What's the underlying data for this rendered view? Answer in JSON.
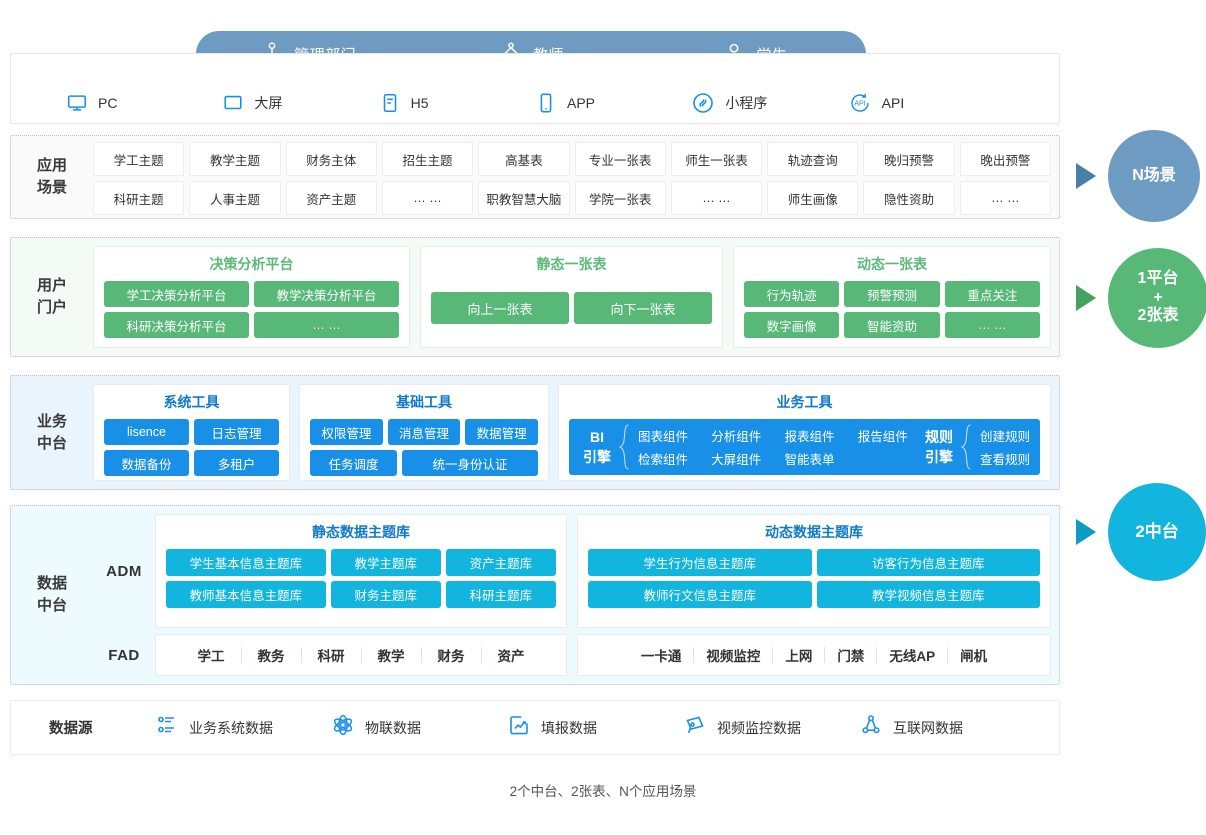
{
  "users_bar": {
    "items": [
      {
        "label": "管理部门",
        "icon": "org-chart-icon"
      },
      {
        "label": "教师",
        "icon": "teacher-icon"
      },
      {
        "label": "学生",
        "icon": "student-icon"
      }
    ],
    "color": "#6e9bc2"
  },
  "channels": {
    "items": [
      {
        "label": "PC",
        "icon": "desktop-icon"
      },
      {
        "label": "大屏",
        "icon": "large-screen-icon"
      },
      {
        "label": "H5",
        "icon": "h5-icon"
      },
      {
        "label": "APP",
        "icon": "mobile-app-icon"
      },
      {
        "label": "小程序",
        "icon": "mini-program-icon"
      },
      {
        "label": "API",
        "icon": "api-icon"
      }
    ],
    "color": "#1890e8"
  },
  "scenarios": {
    "label_line1": "应用",
    "label_line2": "场景",
    "cells": [
      "学工主题",
      "教学主题",
      "财务主体",
      "招生主题",
      "高基表",
      "专业一张表",
      "师生一张表",
      "轨迹查询",
      "晚归预警",
      "晚出预警",
      "科研主题",
      "人事主题",
      "资产主题",
      "… …",
      "职教智慧大脑",
      "学院一张表",
      "… …",
      "师生画像",
      "隐性资助",
      "… …"
    ]
  },
  "portal": {
    "label_line1": "用户",
    "label_line2": "门户",
    "accent": "#57b878",
    "panels": [
      {
        "title": "决策分析平台",
        "chips": [
          "学工决策分析平台",
          "教学决策分析平台",
          "科研决策分析平台",
          "… …"
        ]
      },
      {
        "title": "静态一张表",
        "chips": [
          "向上一张表",
          "向下一张表"
        ]
      },
      {
        "title": "动态一张表",
        "chips": [
          "行为轨迹",
          "预警预测",
          "重点关注",
          "数字画像",
          "智能资助",
          "… …"
        ]
      }
    ]
  },
  "business": {
    "label_line1": "业务",
    "label_line2": "中台",
    "accent": "#1890e8",
    "system_tools": {
      "title": "系统工具",
      "chips": [
        "lisence",
        "日志管理",
        "数据备份",
        "多租户"
      ]
    },
    "base_tools": {
      "title": "基础工具",
      "row1": [
        "权限管理",
        "消息管理",
        "数据管理"
      ],
      "row2": [
        "任务调度",
        "统一身份认证"
      ]
    },
    "biz_tools": {
      "title": "业务工具",
      "bi_engine": {
        "name_line1": "BI",
        "name_line2": "引擎",
        "components": [
          "图表组件",
          "分析组件",
          "报表组件",
          "报告组件",
          "检索组件",
          "大屏组件",
          "智能表单",
          ""
        ]
      },
      "rule_engine": {
        "name_line1": "规则",
        "name_line2": "引擎",
        "components": [
          "创建规则",
          "查看规则"
        ]
      }
    }
  },
  "data_platform": {
    "label_line1": "数据",
    "label_line2": "中台",
    "accent": "#12b5de",
    "adm_tag": "ADM",
    "fad_tag": "FAD",
    "static_store": {
      "title": "静态数据主题库",
      "chips": [
        "学生基本信息主题库",
        "教学主题库",
        "资产主题库",
        "教师基本信息主题库",
        "财务主题库",
        "科研主题库"
      ],
      "fad_items": [
        "学工",
        "教务",
        "科研",
        "教学",
        "财务",
        "资产"
      ]
    },
    "dynamic_store": {
      "title": "动态数据主题库",
      "chips": [
        "学生行为信息主题库",
        "访客行为信息主题库",
        "教师行文信息主题库",
        "教学视频信息主题库"
      ],
      "fad_items": [
        "一卡通",
        "视频监控",
        "上网",
        "门禁",
        "无线AP",
        "闸机"
      ]
    }
  },
  "data_sources": {
    "title": "数据源",
    "items": [
      {
        "label": "业务系统数据",
        "icon": "list-settings-icon"
      },
      {
        "label": "物联数据",
        "icon": "iot-atom-icon"
      },
      {
        "label": "填报数据",
        "icon": "form-chart-icon"
      },
      {
        "label": "视频监控数据",
        "icon": "video-camera-icon"
      },
      {
        "label": "互联网数据",
        "icon": "internet-share-icon"
      }
    ]
  },
  "badges": [
    {
      "name": "scene",
      "lines": [
        "N场景"
      ],
      "color": "#6e9bc2"
    },
    {
      "name": "platform",
      "lines": [
        "1平台",
        "+",
        "2张表"
      ],
      "color": "#57b878"
    },
    {
      "name": "mid",
      "lines": [
        "2中台"
      ],
      "color": "#12b5de"
    }
  ],
  "caption": "2个中台、2张表、N个应用场景"
}
